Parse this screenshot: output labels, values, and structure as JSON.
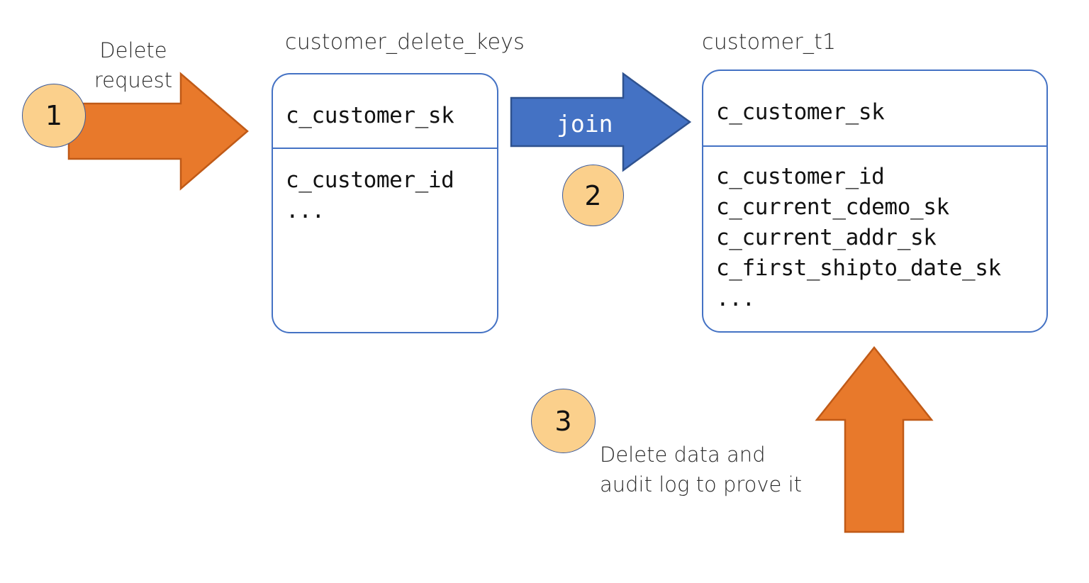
{
  "diagram": {
    "title_text_colors": {
      "orange": "#E8792B",
      "orange_stroke": "#C05A17",
      "blue": "#4472C4",
      "blue_stroke": "#2F528F",
      "circle_fill": "#FBD08C",
      "circle_stroke": "#3C5A9A",
      "table_border": "#4472C4",
      "text": "#121212"
    },
    "steps": [
      {
        "number": "1",
        "caption": "Delete\nrequest"
      },
      {
        "number": "2",
        "caption": ""
      },
      {
        "number": "3",
        "caption": "Delete data and\naudit log to prove it"
      }
    ],
    "arrows": [
      {
        "name": "delete-request-arrow",
        "label": "",
        "direction": "right",
        "color": "orange"
      },
      {
        "name": "join-arrow",
        "label": "join",
        "direction": "right",
        "color": "blue"
      },
      {
        "name": "delete-write-back-arrow",
        "label": "",
        "direction": "up",
        "color": "orange"
      }
    ],
    "tables": [
      {
        "name": "customer_delete_keys",
        "label": "customer_delete_keys",
        "key_field": "c_customer_sk",
        "fields": [
          "c_customer_id",
          "..."
        ]
      },
      {
        "name": "customer_t1",
        "label": "customer_t1",
        "key_field": "c_customer_sk",
        "fields": [
          "c_customer_id",
          "c_current_cdemo_sk",
          "c_current_addr_sk",
          "c_first_shipto_date_sk",
          "..."
        ]
      }
    ]
  }
}
